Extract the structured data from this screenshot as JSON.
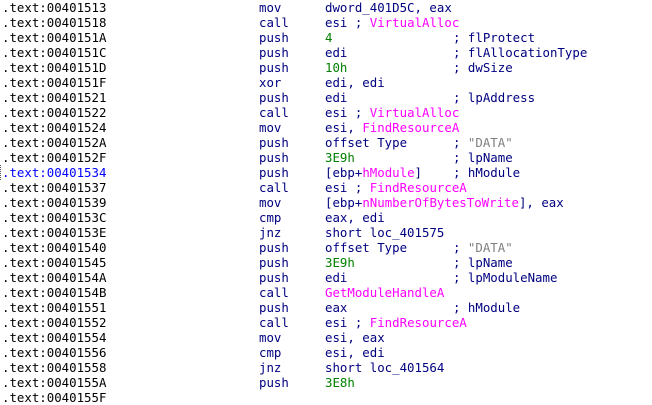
{
  "colors": {
    "text": "#000080",
    "address": "#000000",
    "highlight_address": "#0000ff",
    "import_name": "#ff00ff",
    "constant": "#008000",
    "string_comment": "#808080",
    "background": "#ffffff"
  },
  "lines": [
    {
      "addr": ".text:00401513",
      "mn": "mov",
      "op": [
        {
          "t": "dword_401D5C, eax",
          "c": "text"
        }
      ],
      "cm": []
    },
    {
      "addr": ".text:00401518",
      "mn": "call",
      "op": [
        {
          "t": "esi ; ",
          "c": "text"
        },
        {
          "t": "VirtualAlloc",
          "c": "import_name"
        }
      ],
      "cm": []
    },
    {
      "addr": ".text:0040151A",
      "mn": "push",
      "op": [
        {
          "t": "4",
          "c": "constant"
        }
      ],
      "cm": [
        {
          "t": "; flProtect",
          "c": "text"
        }
      ]
    },
    {
      "addr": ".text:0040151C",
      "mn": "push",
      "op": [
        {
          "t": "edi",
          "c": "text"
        }
      ],
      "cm": [
        {
          "t": "; flAllocationType",
          "c": "text"
        }
      ]
    },
    {
      "addr": ".text:0040151D",
      "mn": "push",
      "op": [
        {
          "t": "10h",
          "c": "constant"
        }
      ],
      "cm": [
        {
          "t": "; dwSize",
          "c": "text"
        }
      ]
    },
    {
      "addr": ".text:0040151F",
      "mn": "xor",
      "op": [
        {
          "t": "edi, edi",
          "c": "text"
        }
      ],
      "cm": []
    },
    {
      "addr": ".text:00401521",
      "mn": "push",
      "op": [
        {
          "t": "edi",
          "c": "text"
        }
      ],
      "cm": [
        {
          "t": "; lpAddress",
          "c": "text"
        }
      ]
    },
    {
      "addr": ".text:00401522",
      "mn": "call",
      "op": [
        {
          "t": "esi ; ",
          "c": "text"
        },
        {
          "t": "VirtualAlloc",
          "c": "import_name"
        }
      ],
      "cm": []
    },
    {
      "addr": ".text:00401524",
      "mn": "mov",
      "op": [
        {
          "t": "esi, ",
          "c": "text"
        },
        {
          "t": "FindResourceA",
          "c": "import_name"
        }
      ],
      "cm": []
    },
    {
      "addr": ".text:0040152A",
      "mn": "push",
      "op": [
        {
          "t": "offset Type",
          "c": "text"
        }
      ],
      "cm": [
        {
          "t": "; ",
          "c": "text"
        },
        {
          "t": "\"DATA\"",
          "c": "string_comment"
        }
      ]
    },
    {
      "addr": ".text:0040152F",
      "mn": "push",
      "op": [
        {
          "t": "3E9h",
          "c": "constant"
        }
      ],
      "cm": [
        {
          "t": "; lpName",
          "c": "text"
        }
      ]
    },
    {
      "addr": ".text:00401534",
      "mn": "push",
      "op": [
        {
          "t": "[ebp+",
          "c": "text"
        },
        {
          "t": "hModule",
          "c": "import_name"
        },
        {
          "t": "]",
          "c": "text"
        }
      ],
      "cm": [
        {
          "t": "; hModule",
          "c": "text"
        }
      ],
      "hl": true
    },
    {
      "addr": ".text:00401537",
      "mn": "call",
      "op": [
        {
          "t": "esi ; ",
          "c": "text"
        },
        {
          "t": "FindResourceA",
          "c": "import_name"
        }
      ],
      "cm": []
    },
    {
      "addr": ".text:00401539",
      "mn": "mov",
      "op": [
        {
          "t": "[ebp+",
          "c": "text"
        },
        {
          "t": "nNumberOfBytesToWrite",
          "c": "import_name"
        },
        {
          "t": "], eax",
          "c": "text"
        }
      ],
      "cm": []
    },
    {
      "addr": ".text:0040153C",
      "mn": "cmp",
      "op": [
        {
          "t": "eax, edi",
          "c": "text"
        }
      ],
      "cm": []
    },
    {
      "addr": ".text:0040153E",
      "mn": "jnz",
      "op": [
        {
          "t": "short loc_401575",
          "c": "text"
        }
      ],
      "cm": []
    },
    {
      "addr": ".text:00401540",
      "mn": "push",
      "op": [
        {
          "t": "offset Type",
          "c": "text"
        }
      ],
      "cm": [
        {
          "t": "; ",
          "c": "text"
        },
        {
          "t": "\"DATA\"",
          "c": "string_comment"
        }
      ]
    },
    {
      "addr": ".text:00401545",
      "mn": "push",
      "op": [
        {
          "t": "3E9h",
          "c": "constant"
        }
      ],
      "cm": [
        {
          "t": "; lpName",
          "c": "text"
        }
      ]
    },
    {
      "addr": ".text:0040154A",
      "mn": "push",
      "op": [
        {
          "t": "edi",
          "c": "text"
        }
      ],
      "cm": [
        {
          "t": "; lpModuleName",
          "c": "text"
        }
      ]
    },
    {
      "addr": ".text:0040154B",
      "mn": "call",
      "op": [
        {
          "t": "GetModuleHandleA",
          "c": "import_name"
        }
      ],
      "cm": []
    },
    {
      "addr": ".text:00401551",
      "mn": "push",
      "op": [
        {
          "t": "eax",
          "c": "text"
        }
      ],
      "cm": [
        {
          "t": "; hModule",
          "c": "text"
        }
      ]
    },
    {
      "addr": ".text:00401552",
      "mn": "call",
      "op": [
        {
          "t": "esi ; ",
          "c": "text"
        },
        {
          "t": "FindResourceA",
          "c": "import_name"
        }
      ],
      "cm": []
    },
    {
      "addr": ".text:00401554",
      "mn": "mov",
      "op": [
        {
          "t": "esi, eax",
          "c": "text"
        }
      ],
      "cm": []
    },
    {
      "addr": ".text:00401556",
      "mn": "cmp",
      "op": [
        {
          "t": "esi, edi",
          "c": "text"
        }
      ],
      "cm": []
    },
    {
      "addr": ".text:00401558",
      "mn": "jnz",
      "op": [
        {
          "t": "short loc_401564",
          "c": "text"
        }
      ],
      "cm": []
    },
    {
      "addr": ".text:0040155A",
      "mn": "push",
      "op": [
        {
          "t": "3E8h",
          "c": "constant"
        }
      ],
      "cm": []
    },
    {
      "addr": ".text:0040155F",
      "mn": "",
      "op": [],
      "cm": []
    }
  ]
}
